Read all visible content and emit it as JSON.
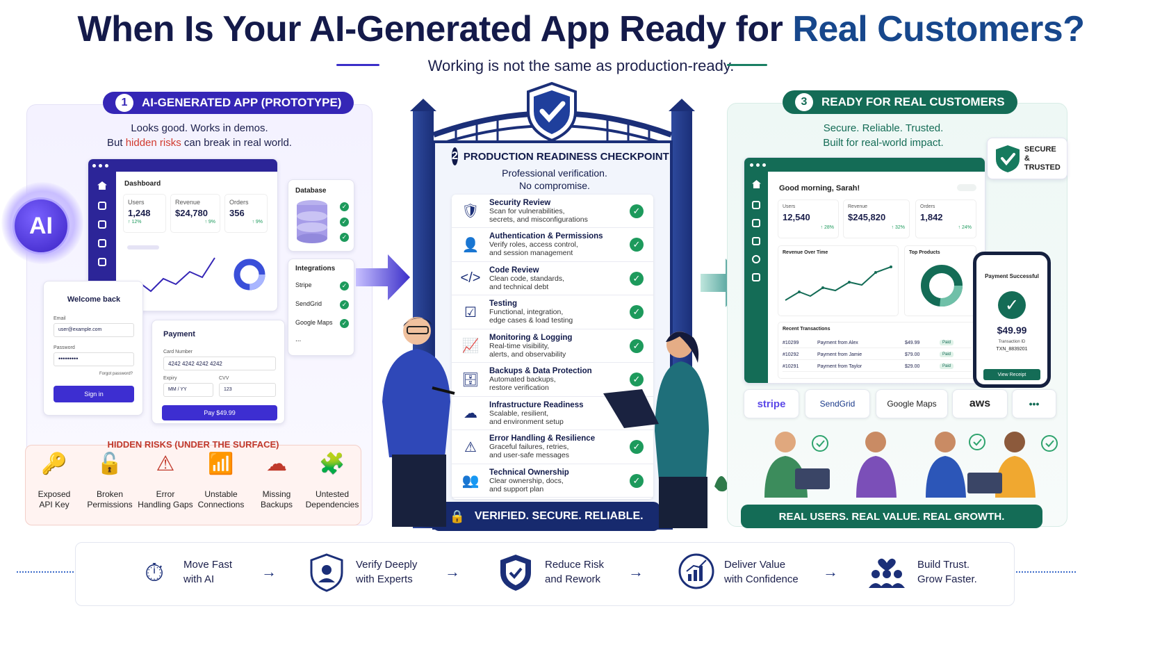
{
  "header": {
    "title_main": "When Is Your AI-Generated App Ready for ",
    "title_highlight": "Real Customers?",
    "subtitle": "Working is not the same as production-ready."
  },
  "left": {
    "step_num": "1",
    "step_label": "AI-GENERATED APP (PROTOTYPE)",
    "line1": "Looks good. Works in demos.",
    "line2_pre": "But ",
    "line2_hl": "hidden risks",
    "line2_post": " can break in real world.",
    "ai_label": "AI",
    "dashboard": {
      "title": "Dashboard",
      "stats": [
        {
          "label": "Users",
          "value": "1,248",
          "delta": "↑ 12%"
        },
        {
          "label": "Revenue",
          "value": "$24,780",
          "delta": "↑ 9%"
        },
        {
          "label": "Orders",
          "value": "356",
          "delta": "↑ 9%"
        }
      ]
    },
    "database_label": "Database",
    "integrations": {
      "title": "Integrations",
      "items": [
        "Stripe",
        "SendGrid",
        "Google Maps",
        "..."
      ]
    },
    "login": {
      "title": "Welcome back",
      "email_label": "Email",
      "email_value": "user@example.com",
      "password_label": "Password",
      "password_value": "•••••••••",
      "forgot": "Forgot password?",
      "button": "Sign in"
    },
    "payment": {
      "title": "Payment",
      "card_label": "Card Number",
      "card_value": "4242  4242  4242  4242",
      "expiry_label": "Expiry",
      "expiry_value": "MM / YY",
      "cvv_label": "CVV",
      "cvv_value": "123",
      "button": "Pay $49.99"
    },
    "risks_title": "HIDDEN RISKS (UNDER THE SURFACE)",
    "risks": [
      {
        "l1": "Exposed",
        "l2": "API Key"
      },
      {
        "l1": "Broken",
        "l2": "Permissions"
      },
      {
        "l1": "Error",
        "l2": "Handling Gaps"
      },
      {
        "l1": "Unstable",
        "l2": "Connections"
      },
      {
        "l1": "Missing",
        "l2": "Backups"
      },
      {
        "l1": "Untested",
        "l2": "Dependencies"
      }
    ]
  },
  "center": {
    "step_num": "2",
    "step_label": "PRODUCTION READINESS CHECKPOINT",
    "line1": "Professional verification.",
    "line2": "No compromise.",
    "checks": [
      {
        "title": "Security Review",
        "d1": "Scan for vulnerabilities,",
        "d2": "secrets, and misconfigurations",
        "icon": "shield-icon"
      },
      {
        "title": "Authentication & Permissions",
        "d1": "Verify roles, access control,",
        "d2": "and session management",
        "icon": "user-lock-icon"
      },
      {
        "title": "Code Review",
        "d1": "Clean code, standards,",
        "d2": "and technical debt",
        "icon": "code-icon"
      },
      {
        "title": "Testing",
        "d1": "Functional, integration,",
        "d2": "edge cases & load testing",
        "icon": "checklist-icon"
      },
      {
        "title": "Monitoring & Logging",
        "d1": "Real-time visibility,",
        "d2": "alerts, and observability",
        "icon": "monitor-icon"
      },
      {
        "title": "Backups & Data Protection",
        "d1": "Automated backups,",
        "d2": "restore verification",
        "icon": "database-icon"
      },
      {
        "title": "Infrastructure Readiness",
        "d1": "Scalable, resilient,",
        "d2": "and environment setup",
        "icon": "cloud-icon"
      },
      {
        "title": "Error Handling & Resilience",
        "d1": "Graceful failures, retries,",
        "d2": "and user-safe messages",
        "icon": "warning-icon"
      },
      {
        "title": "Technical Ownership",
        "d1": "Clear ownership, docs,",
        "d2": "and support plan",
        "icon": "team-icon"
      }
    ],
    "banner": "VERIFIED. SECURE. RELIABLE."
  },
  "right": {
    "step_num": "3",
    "step_label": "READY FOR REAL CUSTOMERS",
    "line1": "Secure. Reliable. Trusted.",
    "line2": "Built for real-world impact.",
    "badge_l1": "SECURE",
    "badge_l2": "& TRUSTED",
    "dashboard": {
      "greeting": "Good morning, Sarah!",
      "stats": [
        {
          "label": "Users",
          "value": "12,540",
          "delta": "↑ 28%"
        },
        {
          "label": "Revenue",
          "value": "$245,820",
          "delta": "↑ 32%"
        },
        {
          "label": "Orders",
          "value": "1,842",
          "delta": "↑ 24%"
        }
      ],
      "chart_title": "Revenue Over Time",
      "products_title": "Top Products",
      "tx_title": "Recent Transactions",
      "transactions": [
        {
          "id": "#10299",
          "desc": "Payment from Alex",
          "amt": "$49.99",
          "status": "Paid"
        },
        {
          "id": "#10292",
          "desc": "Payment from Jamie",
          "amt": "$79.00",
          "status": "Paid"
        },
        {
          "id": "#10291",
          "desc": "Payment from Taylor",
          "amt": "$29.00",
          "status": "Paid"
        }
      ]
    },
    "phone": {
      "title": "Payment Successful",
      "amount": "$49.99",
      "tx_label": "Transaction ID",
      "tx_value": "TXN_8839201",
      "button": "View Receipt"
    },
    "logos": [
      "stripe",
      "SendGrid",
      "Google Maps",
      "aws",
      "•••"
    ],
    "banner": "REAL USERS. REAL VALUE. REAL GROWTH."
  },
  "footer": {
    "steps": [
      {
        "l1": "Move Fast",
        "l2": "with AI",
        "icon": "timer-bolt-icon"
      },
      {
        "l1": "Verify Deeply",
        "l2": "with Experts",
        "icon": "expert-shield-icon"
      },
      {
        "l1": "Reduce Risk",
        "l2": "and Rework",
        "icon": "shield-check-icon"
      },
      {
        "l1": "Deliver Value",
        "l2": "with Confidence",
        "icon": "growth-chart-icon"
      },
      {
        "l1": "Build Trust.",
        "l2": "Grow Faster.",
        "icon": "team-heart-icon"
      }
    ]
  },
  "colors": {
    "navy": "#141a4a",
    "indigo": "#3b2fc9",
    "teal": "#1a7f63",
    "risk_red": "#c0392b",
    "check_green": "#1d9a5c"
  }
}
